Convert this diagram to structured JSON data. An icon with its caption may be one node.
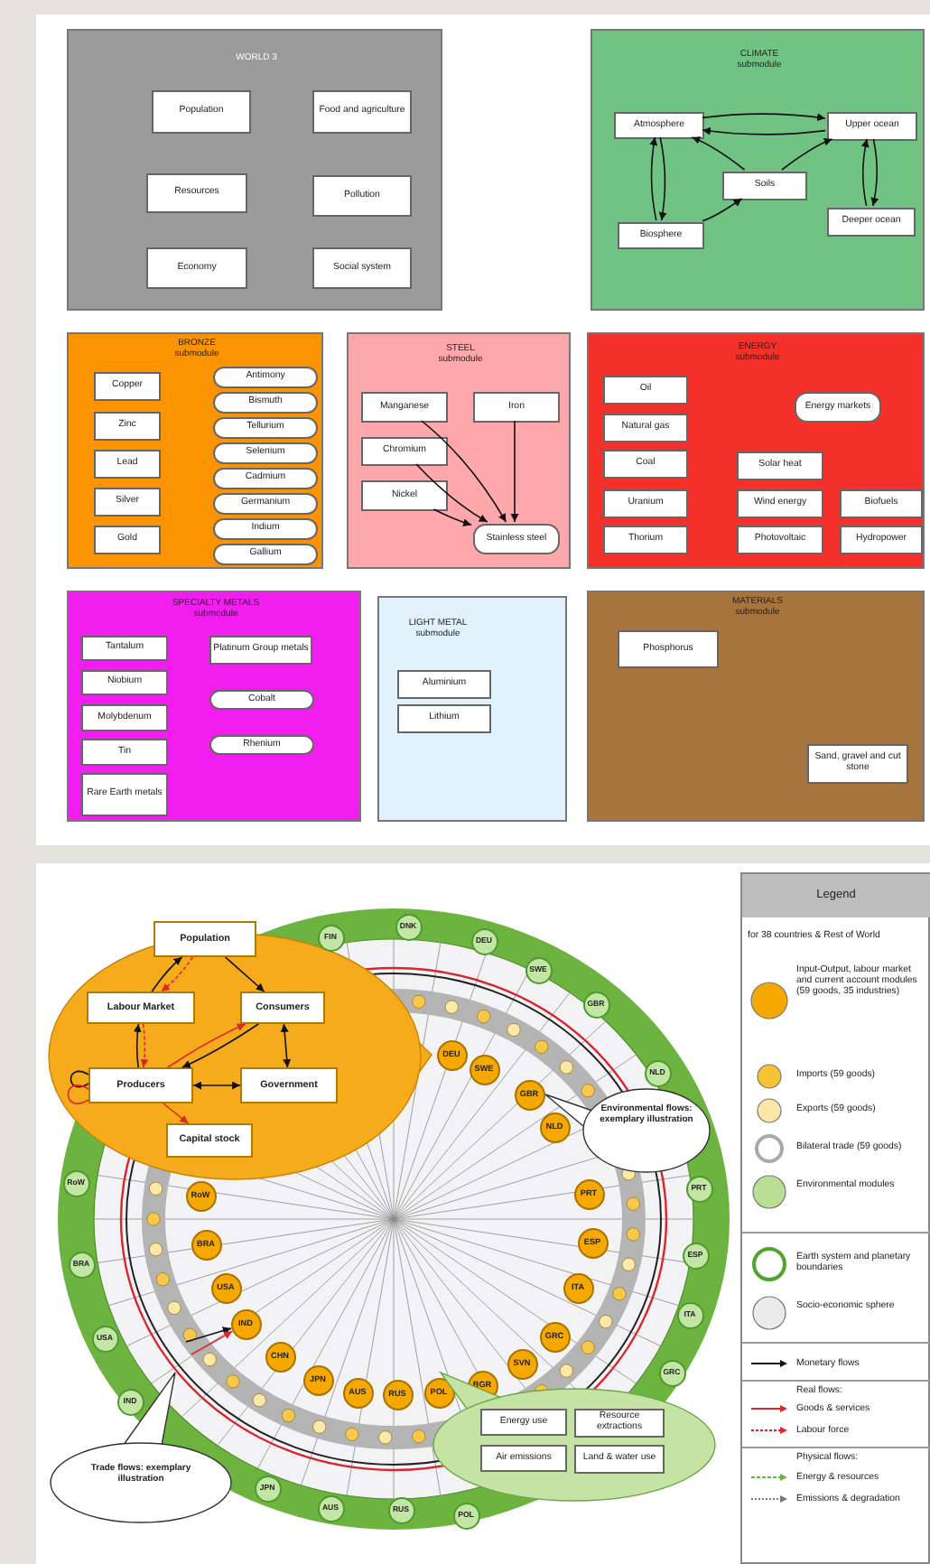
{
  "diagram": {
    "nodes": [
      {
        "text": [
          "WORLD 3"
        ]
      },
      {
        "text": [
          "Population"
        ],
        "in": 0
      },
      {
        "text": [
          "Food and agriculture"
        ],
        "in": 0
      },
      {
        "text": [
          "Resources"
        ],
        "in": 0
      },
      {
        "text": [
          "Pollution"
        ],
        "in": 0
      },
      {
        "text": [
          "Economy"
        ],
        "in": 0
      },
      {
        "text": [
          "Social system"
        ],
        "in": 0
      },
      {
        "text": [
          "CLIMATE submodule"
        ]
      },
      {
        "text": [
          "Atmosphere"
        ],
        "in": 7
      },
      {
        "text": [
          "Upper ocean"
        ],
        "in": 7
      },
      {
        "text": [
          "Soils"
        ],
        "in": 7
      },
      {
        "text": [
          "Biosphere"
        ],
        "in": 7
      },
      {
        "text": [
          "Deeper ocean"
        ],
        "in": 7
      },
      {
        "text": [
          "BRONZE submodule"
        ]
      },
      {
        "text": [
          "Copper"
        ],
        "in": 13
      },
      {
        "text": [
          "Zinc"
        ],
        "in": 13
      },
      {
        "text": [
          "Lead"
        ],
        "in": 13
      },
      {
        "text": [
          "Silver"
        ],
        "in": 13
      },
      {
        "text": [
          "Gold"
        ],
        "in": 13
      },
      {
        "text": [
          "Antimony"
        ],
        "in": 13
      },
      {
        "text": [
          "Bismuth"
        ],
        "in": 13
      },
      {
        "text": [
          "Tellurium"
        ],
        "in": 13
      },
      {
        "text": [
          "Selenium"
        ],
        "in": 13
      },
      {
        "text": [
          "Cadmium"
        ],
        "in": 13
      },
      {
        "text": [
          "Germanium"
        ],
        "in": 13
      },
      {
        "text": [
          "Indium"
        ],
        "in": 13
      },
      {
        "text": [
          "Gallium"
        ],
        "in": 13
      },
      {
        "text": [
          "STEEL submodule"
        ]
      },
      {
        "text": [
          "Manganese"
        ],
        "in": 27
      },
      {
        "text": [
          "Iron"
        ],
        "in": 27
      },
      {
        "text": [
          "Chromium"
        ],
        "in": 27
      },
      {
        "text": [
          "Nickel"
        ],
        "in": 27
      },
      {
        "text": [
          "Stainless steel"
        ],
        "in": 27
      },
      {
        "text": [
          "ENERGY submodule"
        ]
      },
      {
        "text": [
          "Oil"
        ],
        "in": 33
      },
      {
        "text": [
          "Energy markets"
        ],
        "in": 33
      },
      {
        "text": [
          "Natural gas"
        ],
        "in": 33
      },
      {
        "text": [
          "Coal"
        ],
        "in": 33
      },
      {
        "text": [
          "Solar heat"
        ],
        "in": 33
      },
      {
        "text": [
          "Uranium"
        ],
        "in": 33
      },
      {
        "text": [
          "Wind energy"
        ],
        "in": 33
      },
      {
        "text": [
          "Biofuels"
        ],
        "in": 33
      },
      {
        "text": [
          "Thorium"
        ],
        "in": 33
      },
      {
        "text": [
          "Photovoltaic"
        ],
        "in": 33
      },
      {
        "text": [
          "Hydropower"
        ],
        "in": 33
      },
      {
        "text": [
          "SPECIALTY METALS submodule"
        ]
      },
      {
        "text": [
          "Tantalum"
        ],
        "in": 45
      },
      {
        "text": [
          "Platinum Group metals"
        ],
        "in": 45
      },
      {
        "text": [
          "Niobium"
        ],
        "in": 45
      },
      {
        "text": [
          "Cobalt"
        ],
        "in": 45
      },
      {
        "text": [
          "Molybdenum"
        ],
        "in": 45
      },
      {
        "text": [
          "Tin"
        ],
        "in": 45
      },
      {
        "text": [
          "Rhenium"
        ],
        "in": 45
      },
      {
        "text": [
          "Rare Earth metals"
        ],
        "in": 45
      },
      {
        "text": [
          "LIGHT METAL submodule"
        ]
      },
      {
        "text": [
          "Aluminium"
        ],
        "in": 54
      },
      {
        "text": [
          "Lithium"
        ],
        "in": 54
      },
      {
        "text": [
          "MATERIALS submodule"
        ]
      },
      {
        "text": [
          "Phosphorus"
        ],
        "in": 57
      },
      {
        "text": [
          "Sand, gravel and cut stone"
        ],
        "in": 57
      },
      {
        "text": [],
        "shape": "callout"
      },
      {
        "text": [
          "Population"
        ],
        "in": 60
      },
      {
        "text": [
          "Labour Market"
        ],
        "in": 60
      },
      {
        "text": [
          "Consumers"
        ],
        "in": 60
      },
      {
        "text": [
          "Producers"
        ],
        "in": 60
      },
      {
        "text": [
          "Government"
        ],
        "in": 60
      },
      {
        "text": [
          "Capital stock"
        ],
        "in": 60
      },
      {
        "text": [
          "Environmental flows: exemplary illustration"
        ]
      },
      {
        "text": [
          "FIN"
        ]
      },
      {
        "text": [
          "DNK"
        ]
      },
      {
        "text": [
          "DEU"
        ]
      },
      {
        "text": [
          "SWE"
        ]
      },
      {
        "text": [
          "GBR"
        ]
      },
      {
        "text": [
          "NLD"
        ]
      },
      {
        "text": [
          "PRT"
        ]
      },
      {
        "text": [
          "ESP"
        ]
      },
      {
        "text": [
          "ITA"
        ]
      },
      {
        "text": [
          "GRC"
        ]
      },
      {
        "text": [
          "POL"
        ]
      },
      {
        "text": [
          "RUS"
        ]
      },
      {
        "text": [
          "AUS"
        ]
      },
      {
        "text": [
          "JPN"
        ]
      },
      {
        "text": [
          "IND"
        ]
      },
      {
        "text": [
          "USA"
        ]
      },
      {
        "text": [
          "BRA"
        ]
      },
      {
        "text": [
          "RoW"
        ]
      },
      {
        "text": [
          "DEU"
        ]
      },
      {
        "text": [
          "SWE"
        ]
      },
      {
        "text": [
          "GBR"
        ]
      },
      {
        "text": [
          "NLD"
        ]
      },
      {
        "text": [
          "PRT"
        ]
      },
      {
        "text": [
          "ESP"
        ]
      },
      {
        "text": [
          "ITA"
        ]
      },
      {
        "text": [
          "GRC"
        ]
      },
      {
        "text": [
          "SVN"
        ]
      },
      {
        "text": [
          "BGR"
        ]
      },
      {
        "text": [
          "POL"
        ]
      },
      {
        "text": [
          "RUS"
        ]
      },
      {
        "text": [
          "AUS"
        ]
      },
      {
        "text": [
          "JPN"
        ]
      },
      {
        "text": [
          "CHN"
        ]
      },
      {
        "text": [
          "IND"
        ]
      },
      {
        "text": [
          "USA"
        ]
      },
      {
        "text": [
          "BRA"
        ]
      },
      {
        "text": [
          "RoW"
        ]
      },
      {
        "text": [
          "Trade flows: exemplary illustration"
        ]
      },
      {
        "text": [],
        "shape": "callout"
      },
      {
        "text": [
          "Energy use"
        ],
        "in": 106
      },
      {
        "text": [
          "Resource extractions"
        ],
        "in": 106
      },
      {
        "text": [
          "Air emissions"
        ],
        "in": 106
      },
      {
        "text": [
          "Land & water use"
        ],
        "in": 106
      }
    ],
    "edges": [
      {
        "from": 8,
        "to": 9,
        "arrow": "to"
      },
      {
        "from": 9,
        "to": 8,
        "arrow": "to"
      },
      {
        "from": 10,
        "to": 8,
        "arrow": "to"
      },
      {
        "from": 10,
        "to": 9,
        "arrow": "to"
      },
      {
        "from": 8,
        "to": 11,
        "arrow": "to"
      },
      {
        "from": 11,
        "to": 8,
        "arrow": "to"
      },
      {
        "from": 11,
        "to": 10,
        "arrow": "to"
      },
      {
        "from": 9,
        "to": 12,
        "arrow": "to"
      },
      {
        "from": 12,
        "to": 9,
        "arrow": "to"
      },
      {
        "from": 28,
        "to": 32,
        "arrow": "to"
      },
      {
        "from": 29,
        "to": 32,
        "arrow": "to"
      },
      {
        "from": 30,
        "to": 32,
        "arrow": "to"
      },
      {
        "from": 31,
        "to": 32,
        "arrow": "to"
      },
      {
        "from": 61,
        "to": 62,
        "arrow": "to",
        "style": "dashed",
        "color": "#e0262b"
      },
      {
        "from": 62,
        "to": 61,
        "arrow": "to"
      },
      {
        "from": 61,
        "to": 63,
        "arrow": "to"
      },
      {
        "from": 62,
        "to": 64,
        "arrow": "to",
        "style": "dashed",
        "color": "#e0262b"
      },
      {
        "from": 64,
        "to": 62,
        "arrow": "to"
      },
      {
        "from": 64,
        "to": 63,
        "arrow": "to",
        "color": "#e0262b"
      },
      {
        "from": 63,
        "to": 64,
        "arrow": "to"
      },
      {
        "from": 63,
        "to": 65,
        "arrow": "both"
      },
      {
        "from": 64,
        "to": 65,
        "arrow": "both"
      },
      {
        "from": 64,
        "to": 66,
        "arrow": "to",
        "color": "#e0262b"
      },
      {
        "from": 64,
        "to": 64,
        "arrow": "none"
      },
      {
        "from": 64,
        "to": 64,
        "arrow": "none",
        "color": "#e0262b"
      },
      {
        "from": null,
        "to": 101,
        "arrow": "to"
      },
      {
        "from": null,
        "to": 101,
        "arrow": "to",
        "color": "#e0262b"
      }
    ],
    "labels": [
      "Legend",
      "for 38 countries & Rest of World",
      "Real flows:",
      "Physical flows:"
    ],
    "legend": [
      {
        "text": "Input-Output, labour market and current account modules (59 goods, 35 industries)",
        "color": "#f5a800"
      },
      {
        "text": "Imports (59 goods)",
        "color": "#f7c233"
      },
      {
        "text": "Exports (59 goods)",
        "color": "#fde7a6"
      },
      {
        "text": "Bilateral trade (59 goods)"
      },
      {
        "text": "Environmental modules",
        "color": "#b9df94"
      },
      {
        "text": "Earth system and planetary boundaries"
      },
      {
        "text": "Socio-economic sphere",
        "color": "#ebebeb"
      },
      {
        "text": "Monetary flows"
      },
      {
        "text": "Goods & services"
      },
      {
        "text": "Labour force"
      },
      {
        "text": "Energy & resources"
      },
      {
        "text": "Emissions & degradation"
      }
    ]
  }
}
